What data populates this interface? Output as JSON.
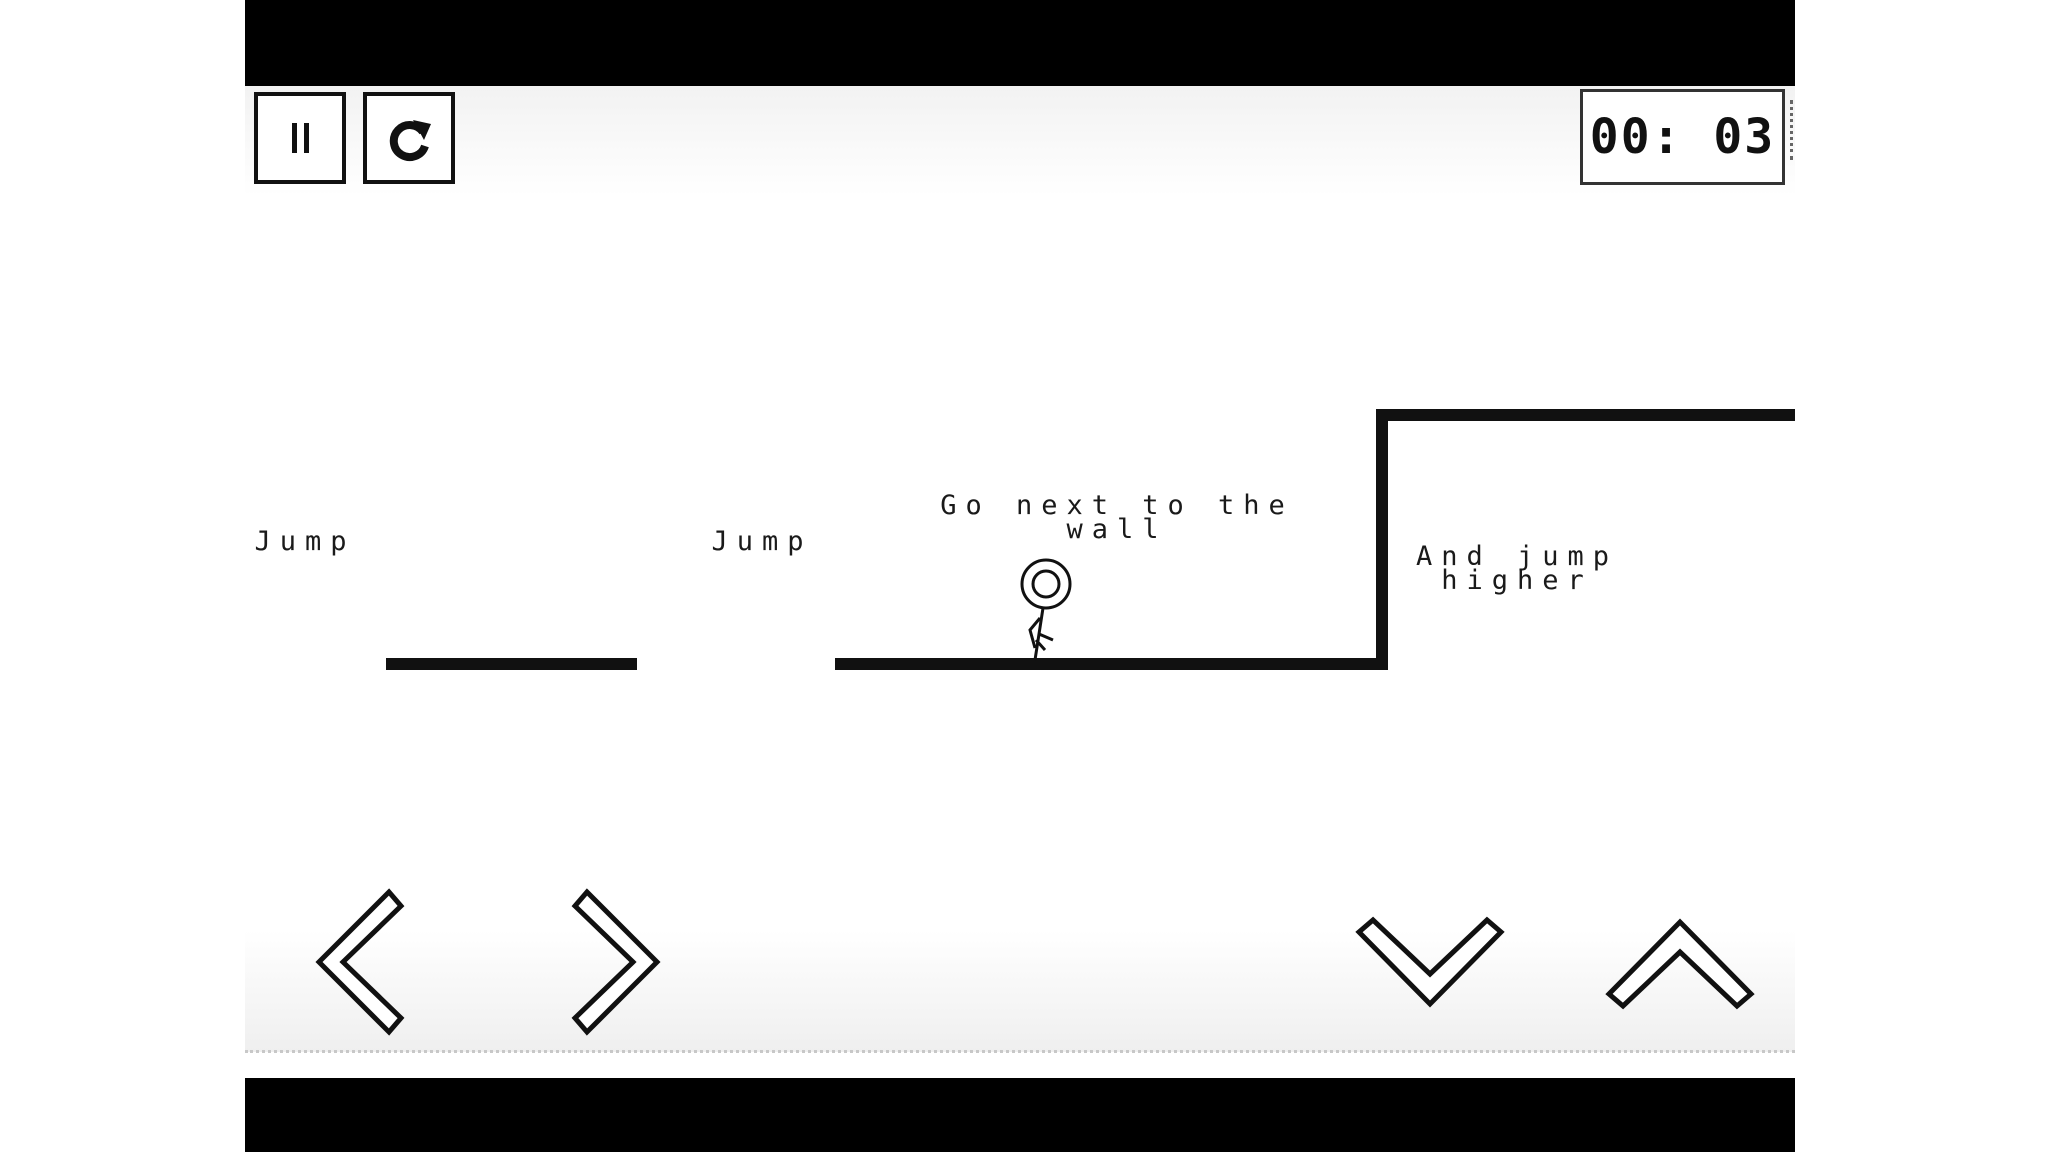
{
  "hud": {
    "timer": "00: 03"
  },
  "hints": {
    "jump_left": "Jump",
    "jump_middle": "Jump",
    "go_next_to_wall": "Go next to the\nwall",
    "jump_higher": "And jump\nhigher"
  },
  "icons": {
    "pause": "pause-icon",
    "restart": "restart-icon",
    "left": "chevron-left-icon",
    "right": "chevron-right-icon",
    "down": "chevron-down-icon",
    "up": "chevron-up-icon"
  },
  "colors": {
    "ink": "#111111",
    "letterbox": "#000000",
    "background": "#ffffff"
  }
}
